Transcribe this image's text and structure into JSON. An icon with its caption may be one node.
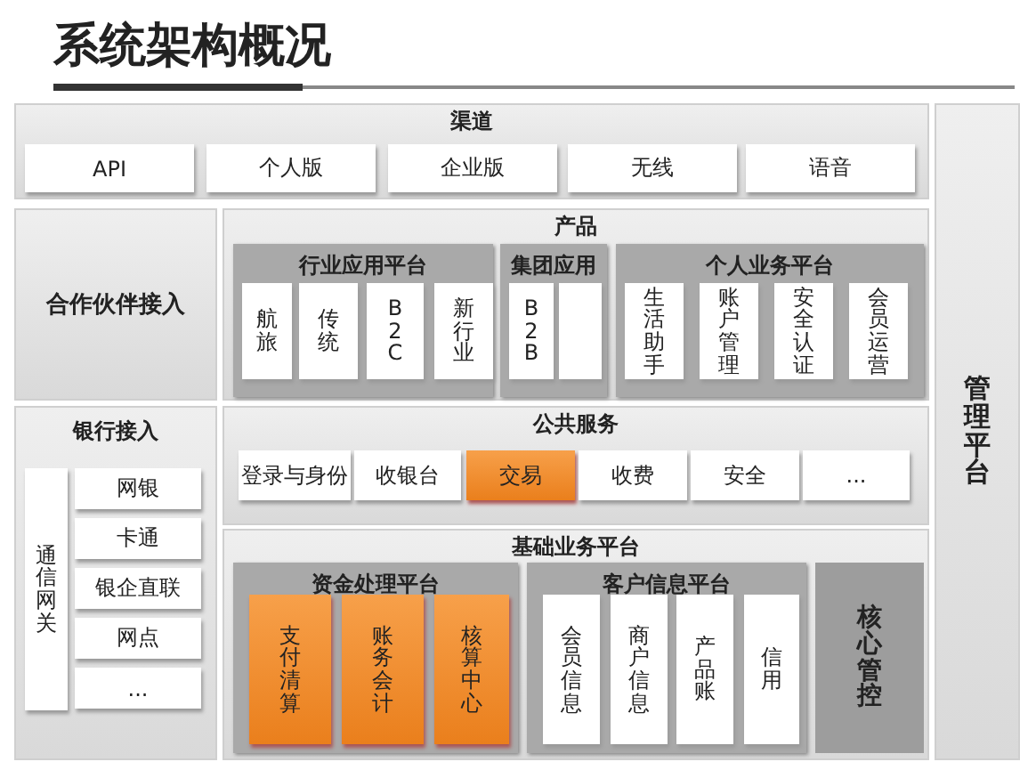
{
  "diagram": {
    "title": "系统架构概况",
    "nodes": [
      {
        "text": [
          "渠道"
        ]
      },
      {
        "text": [
          "API"
        ],
        "in": 0
      },
      {
        "text": [
          "个人版"
        ],
        "in": 0
      },
      {
        "text": [
          "企业版"
        ],
        "in": 0
      },
      {
        "text": [
          "无线"
        ],
        "in": 0
      },
      {
        "text": [
          "语音"
        ],
        "in": 0
      },
      {
        "text": [
          "合作伙伴接入"
        ]
      },
      {
        "text": [
          "产品"
        ]
      },
      {
        "text": [
          "行业应用平台"
        ],
        "in": 7
      },
      {
        "text": [
          "航旅"
        ],
        "in": 8
      },
      {
        "text": [
          "传统"
        ],
        "in": 8
      },
      {
        "text": [
          "B2C"
        ],
        "in": 8
      },
      {
        "text": [
          "新行业"
        ],
        "in": 8
      },
      {
        "text": [
          "集团应用"
        ],
        "in": 7
      },
      {
        "text": [
          "B2B"
        ],
        "in": 13
      },
      {
        "text": [],
        "shape": "box",
        "in": 13
      },
      {
        "text": [
          "个人业务平台"
        ],
        "in": 7
      },
      {
        "text": [
          "生活助手"
        ],
        "in": 16
      },
      {
        "text": [
          "账户管理"
        ],
        "in": 16
      },
      {
        "text": [
          "安全认证"
        ],
        "in": 16
      },
      {
        "text": [
          "会员运营"
        ],
        "in": 16
      },
      {
        "text": [
          "管理平台"
        ]
      },
      {
        "text": [
          "银行接入"
        ]
      },
      {
        "text": [
          "通信网关"
        ],
        "in": 22
      },
      {
        "text": [
          "网银"
        ],
        "in": 22
      },
      {
        "text": [
          "卡通"
        ],
        "in": 22
      },
      {
        "text": [
          "银企直联"
        ],
        "in": 22
      },
      {
        "text": [
          "网点"
        ],
        "in": 22
      },
      {
        "text": [
          "..."
        ],
        "in": 22
      },
      {
        "text": [
          "公共服务"
        ]
      },
      {
        "text": [
          "登录与身份"
        ],
        "in": 29
      },
      {
        "text": [
          "收银台"
        ],
        "in": 29
      },
      {
        "text": [
          "交易"
        ],
        "in": 29
      },
      {
        "text": [
          "收费"
        ],
        "in": 29
      },
      {
        "text": [
          "安全"
        ],
        "in": 29
      },
      {
        "text": [
          "..."
        ],
        "in": 29
      },
      {
        "text": [
          "基础业务平台"
        ]
      },
      {
        "text": [
          "资金处理平台"
        ],
        "in": 36
      },
      {
        "text": [
          "支付清算"
        ],
        "in": 37
      },
      {
        "text": [
          "账务会计"
        ],
        "in": 37
      },
      {
        "text": [
          "核算中心"
        ],
        "in": 37
      },
      {
        "text": [
          "客户信息平台"
        ],
        "in": 36
      },
      {
        "text": [
          "会员信息"
        ],
        "in": 41
      },
      {
        "text": [
          "商户信息"
        ],
        "in": 41
      },
      {
        "text": [
          "产品账"
        ],
        "in": 41
      },
      {
        "text": [
          "信用"
        ],
        "in": 41
      },
      {
        "text": [
          "核心管控"
        ],
        "in": 36
      }
    ],
    "edges": []
  }
}
